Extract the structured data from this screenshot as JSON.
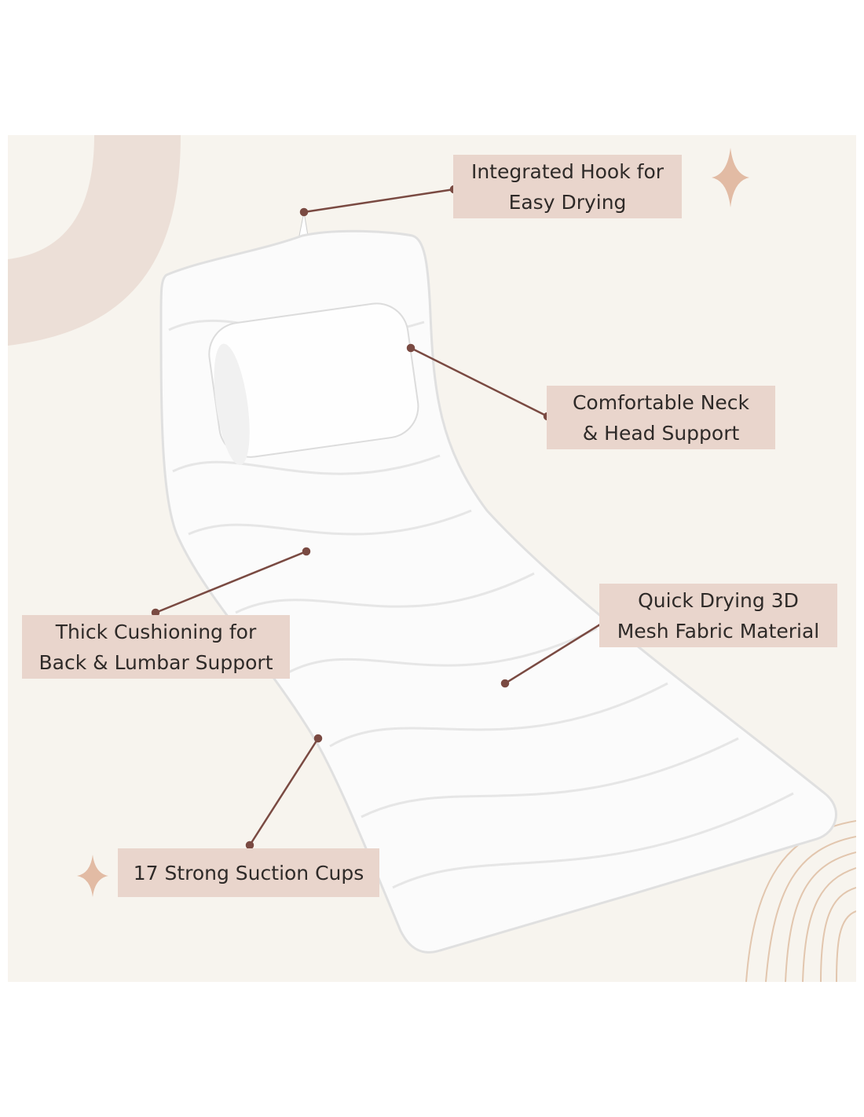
{
  "colors": {
    "panel": "#f7f4ee",
    "label_bg": "#e9d5cc",
    "leader": "#7a4a42",
    "accent": "#e2bba4",
    "arc": "#ecdfd7"
  },
  "callouts": [
    {
      "lines": [
        "Integrated Hook for",
        "Easy Drying"
      ]
    },
    {
      "lines": [
        "Comfortable Neck",
        "& Head Support"
      ]
    },
    {
      "lines": [
        "Thick Cushioning for",
        "Back & Lumbar Support"
      ]
    },
    {
      "lines": [
        "Quick Drying 3D",
        "Mesh Fabric Material"
      ]
    },
    {
      "lines": [
        "17 Strong Suction Cups"
      ]
    }
  ],
  "icons": [
    "sparkle-icon",
    "sparkle-icon"
  ]
}
